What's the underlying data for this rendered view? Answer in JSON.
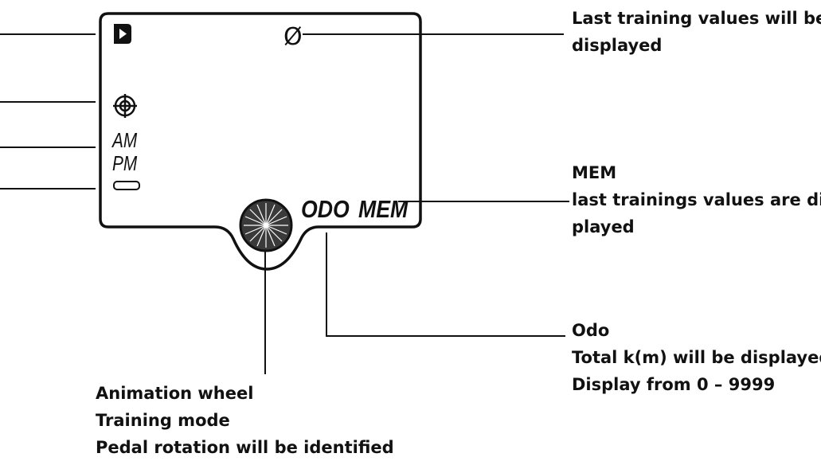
{
  "display": {
    "play_icon": "play-icon",
    "average_symbol": "Ø",
    "target_icon": "target-icon",
    "am_label": "AM",
    "pm_label": "PM",
    "battery_icon": "battery-icon",
    "odo_label": "ODO",
    "mem_label": "MEM",
    "wheel_icon": "wheel-icon"
  },
  "callouts": {
    "last_training": {
      "line1": "Last training values will be",
      "line2": "displayed"
    },
    "mem": {
      "line1": "MEM",
      "line2": "last trainings values are dis-",
      "line3": "played"
    },
    "odo": {
      "line1": "Odo",
      "line2": "Total k(m) will be displayed",
      "line3": "Display from 0 – 9999"
    },
    "wheel": {
      "line1": "Animation wheel",
      "line2": "Training mode",
      "line3": "Pedal rotation will be identified"
    }
  },
  "colors": {
    "ink": "#111111",
    "wheel_fill": "#3a3a3a"
  }
}
